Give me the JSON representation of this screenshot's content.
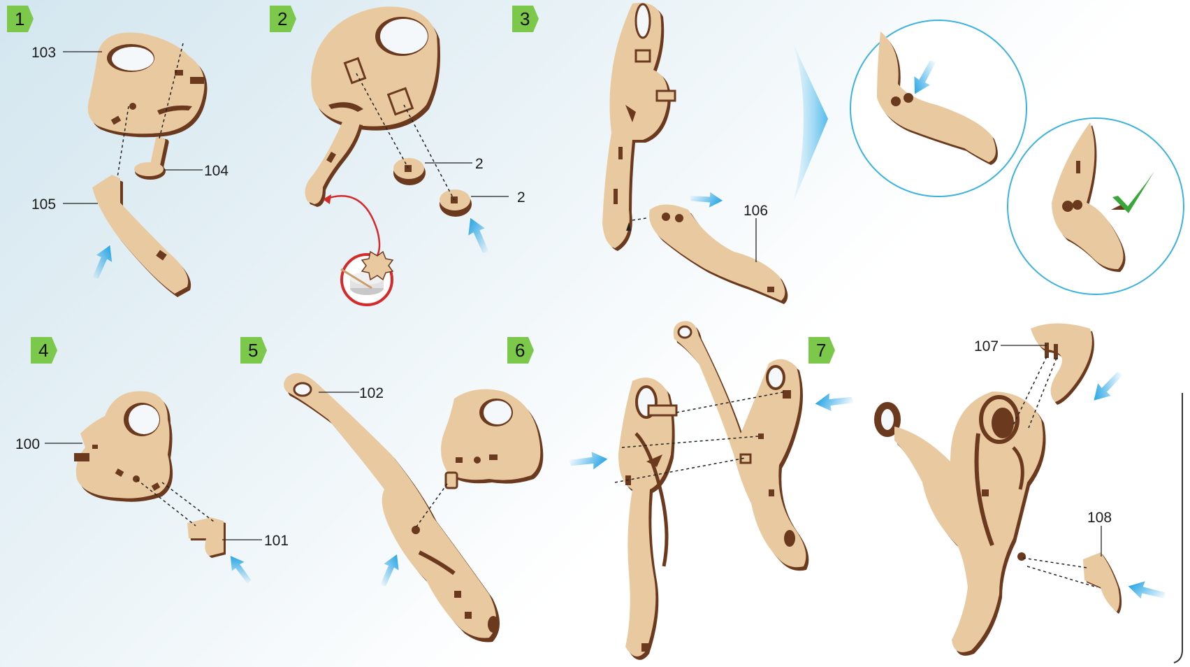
{
  "steps": [
    {
      "number": "1",
      "labels": [
        "103",
        "104",
        "105"
      ]
    },
    {
      "number": "2",
      "labels": [
        "2",
        "2"
      ]
    },
    {
      "number": "3",
      "labels": [
        "106"
      ]
    },
    {
      "number": "4",
      "labels": [
        "100",
        "101"
      ]
    },
    {
      "number": "5",
      "labels": [
        "102"
      ]
    },
    {
      "number": "6",
      "labels": []
    },
    {
      "number": "7",
      "labels": [
        "107",
        "108"
      ]
    }
  ],
  "colors": {
    "wood_face": "#e9caa0",
    "wood_edge": "#6b3a1e",
    "badge_green": "#7bc84a",
    "arrow_blue": "#1da1e4",
    "check_green": "#3aa637",
    "ring_red": "#d62a2a",
    "circle_outline": "#3bb2e0"
  },
  "icons": [
    "blue-arrow-icon",
    "green-check-icon",
    "glue-pot-icon",
    "chevron-arrow-icon"
  ]
}
